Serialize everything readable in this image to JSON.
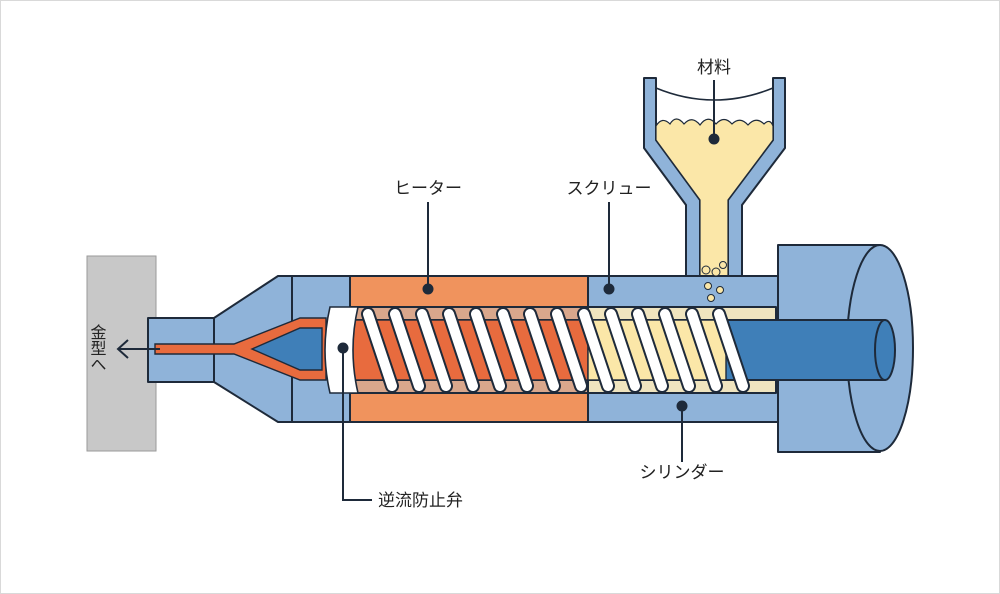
{
  "labels": {
    "material": "材料",
    "heater": "ヒーター",
    "screw": "スクリュー",
    "cylinder": "シリンダー",
    "check_valve": "逆流防止弁",
    "to_mold": "金型へ"
  },
  "colors": {
    "cylinder_blue": "#8fb3d9",
    "screw_shaft": "#3f7fb8",
    "heater_orange": "#f0935d",
    "melt_red": "#e86b3e",
    "resin_yellow": "#fbe7a8",
    "mold_gray": "#c8c8c8",
    "outline": "#1e2a3a"
  },
  "icons": {
    "flow_arrow": "arrow-left-icon"
  }
}
